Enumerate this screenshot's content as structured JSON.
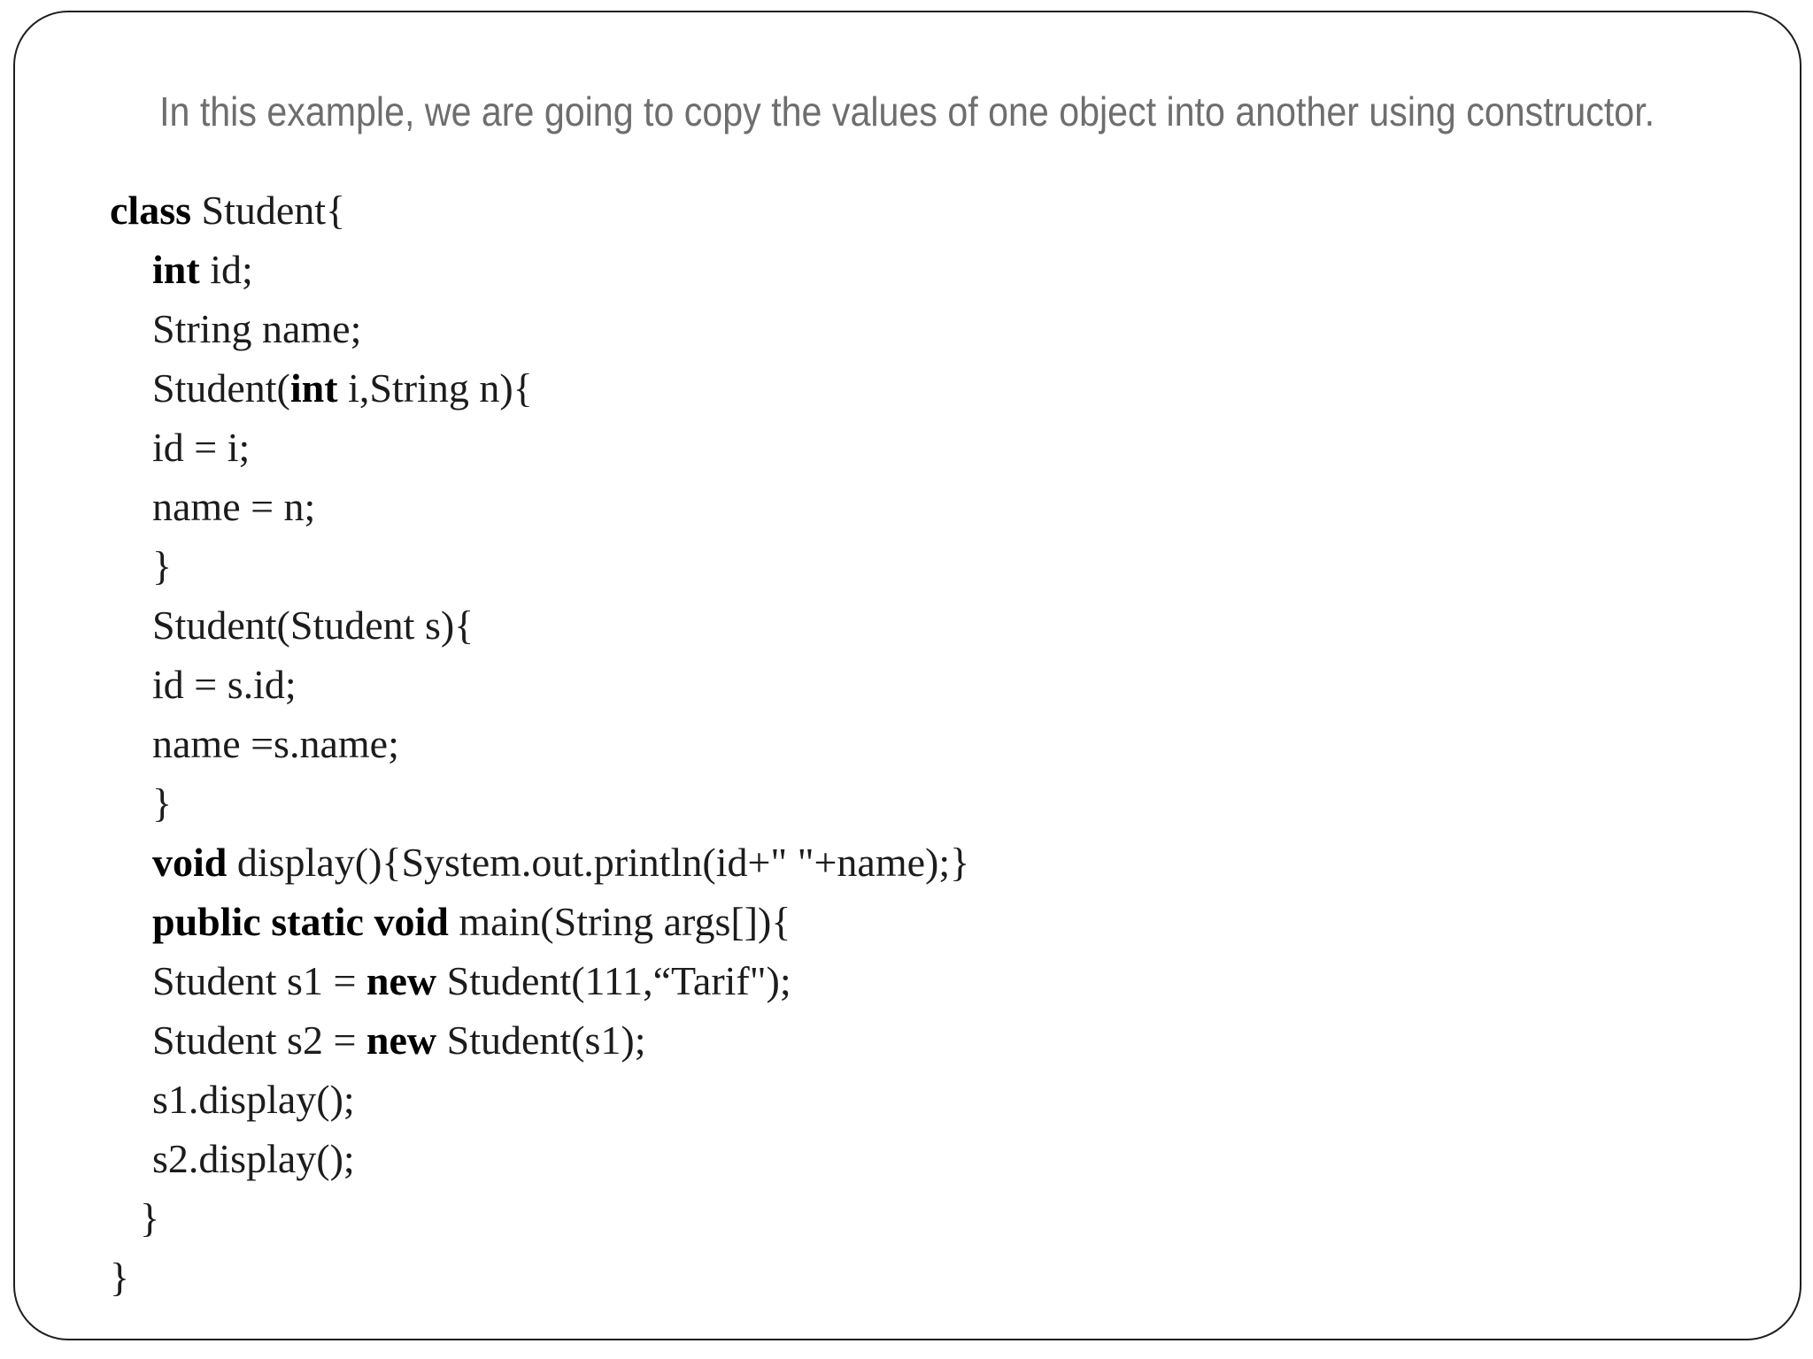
{
  "slide": {
    "intro_text": "In this example, we are going to copy the values of one object into another using constructor.",
    "colors": {
      "background": "#ffffff",
      "border": "#1f1f1f",
      "intro_text": "#6e6e6e",
      "code_text": "#1c1c1c",
      "keyword_text": "#000000"
    },
    "code": {
      "language": "java",
      "lines": [
        {
          "indent": 0,
          "parts": [
            {
              "text": "class",
              "bold": true
            },
            {
              "text": " Student{",
              "bold": false
            }
          ]
        },
        {
          "indent": 48,
          "parts": [
            {
              "text": "int",
              "bold": true
            },
            {
              "text": " id;",
              "bold": false
            }
          ]
        },
        {
          "indent": 48,
          "parts": [
            {
              "text": "String name;",
              "bold": false
            }
          ]
        },
        {
          "indent": 48,
          "parts": [
            {
              "text": "Student(",
              "bold": false
            },
            {
              "text": "int",
              "bold": true
            },
            {
              "text": " i,String n){",
              "bold": false
            }
          ]
        },
        {
          "indent": 48,
          "parts": [
            {
              "text": "id = i;",
              "bold": false
            }
          ]
        },
        {
          "indent": 48,
          "parts": [
            {
              "text": "name = n;",
              "bold": false
            }
          ]
        },
        {
          "indent": 48,
          "parts": [
            {
              "text": "}",
              "bold": false
            }
          ]
        },
        {
          "indent": 48,
          "parts": [
            {
              "text": "Student(Student s){",
              "bold": false
            }
          ]
        },
        {
          "indent": 48,
          "parts": [
            {
              "text": "id = s.id;",
              "bold": false
            }
          ]
        },
        {
          "indent": 48,
          "parts": [
            {
              "text": "name =s.name;",
              "bold": false
            }
          ]
        },
        {
          "indent": 48,
          "parts": [
            {
              "text": "}",
              "bold": false
            }
          ]
        },
        {
          "indent": 48,
          "parts": [
            {
              "text": "void",
              "bold": true
            },
            {
              "text": " display(){System.out.println(id+\" \"+name);}",
              "bold": false
            }
          ]
        },
        {
          "indent": 48,
          "parts": [
            {
              "text": "public static void",
              "bold": true
            },
            {
              "text": " main(String args[]){",
              "bold": false
            }
          ]
        },
        {
          "indent": 48,
          "parts": [
            {
              "text": "Student s1 = ",
              "bold": false
            },
            {
              "text": "new",
              "bold": true
            },
            {
              "text": " Student(111,“Tarif\");",
              "bold": false
            }
          ]
        },
        {
          "indent": 48,
          "parts": [
            {
              "text": "Student s2 = ",
              "bold": false
            },
            {
              "text": "new",
              "bold": true
            },
            {
              "text": " Student(s1);",
              "bold": false
            }
          ]
        },
        {
          "indent": 48,
          "parts": [
            {
              "text": "s1.display();",
              "bold": false
            }
          ]
        },
        {
          "indent": 48,
          "parts": [
            {
              "text": "s2.display();",
              "bold": false
            }
          ]
        },
        {
          "indent": 34,
          "parts": [
            {
              "text": "}",
              "bold": false
            }
          ]
        },
        {
          "indent": 0,
          "parts": [
            {
              "text": "}",
              "bold": false
            }
          ]
        }
      ]
    }
  }
}
